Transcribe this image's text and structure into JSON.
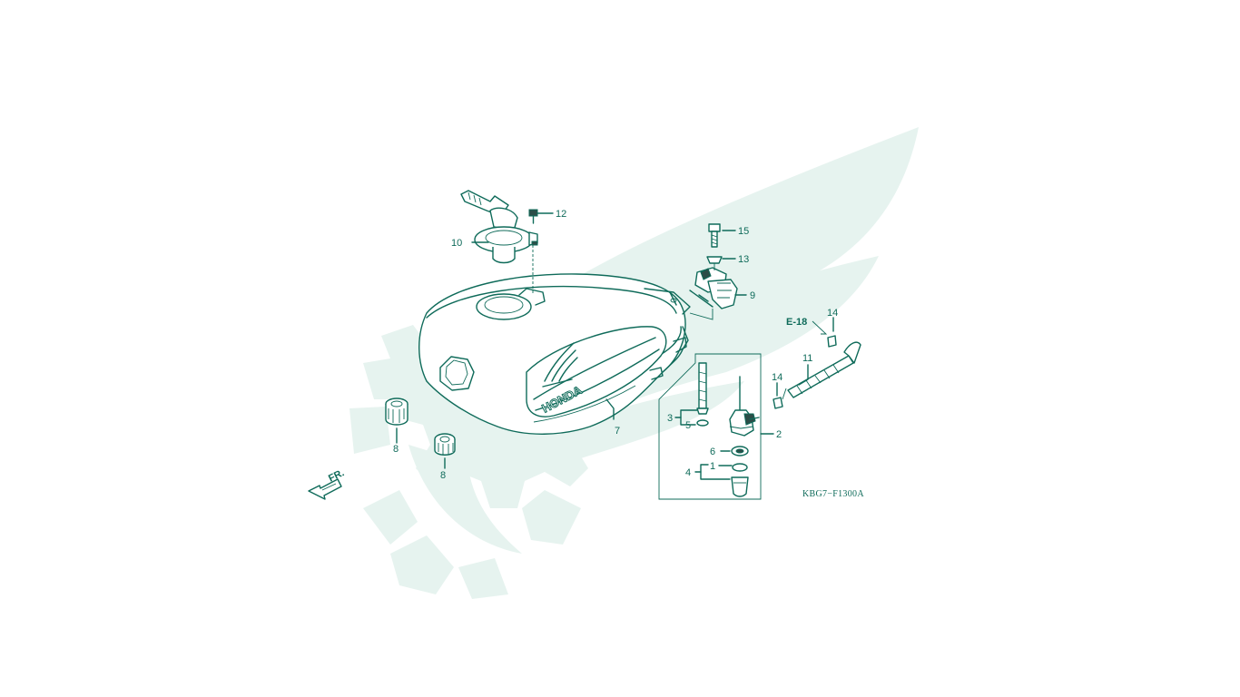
{
  "diagram": {
    "part_labels": {
      "p1": "1",
      "p2": "2",
      "p3": "3",
      "p4": "4",
      "p5": "5",
      "p6": "6",
      "p7": "7",
      "p8a": "8",
      "p8b": "8",
      "p9": "9",
      "p10": "10",
      "p11": "11",
      "p12": "12",
      "p13": "13",
      "p14a": "14",
      "p14b": "14",
      "p15": "15"
    },
    "reference": "E-18",
    "direction_label": "FR.",
    "tank_logo": "HONDA",
    "drawing_code": "KBG7−F1300A"
  },
  "colors": {
    "line": "#0f6b5a",
    "watermark": "#e6f3ef",
    "background": "#ffffff"
  }
}
